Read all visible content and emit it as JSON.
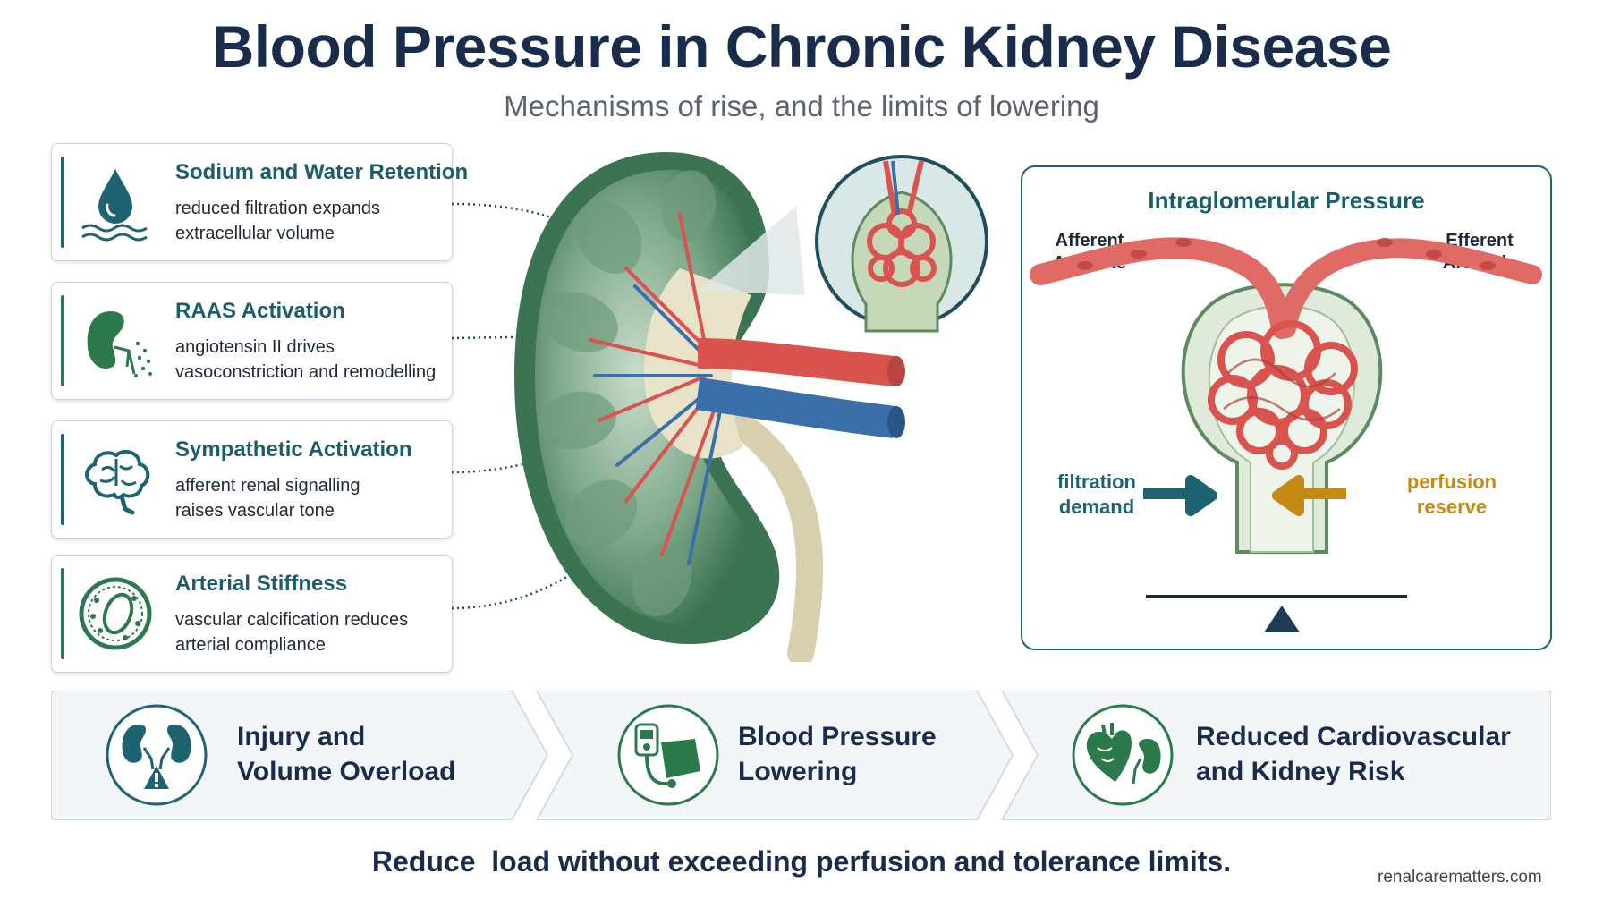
{
  "title": "Blood Pressure in Chronic Kidney Disease",
  "subtitle": "Mechanisms of rise, and the limits of lowering",
  "mechanisms": [
    {
      "title": "Sodium and Water Retention",
      "line1": "reduced filtration expands",
      "line2": "extracellular volume",
      "icon": "water-drop-icon",
      "color": "#1f6373"
    },
    {
      "title": "RAAS Activation",
      "line1": "angiotensin II drives",
      "line2": "vasoconstriction and remodelling",
      "icon": "kidney-hormone-icon",
      "color": "#2c7a4c"
    },
    {
      "title": "Sympathetic Activation",
      "line1": "afferent renal signalling",
      "line2": "raises vascular tone",
      "icon": "brain-icon",
      "color": "#1f6373"
    },
    {
      "title": "Arterial Stiffness",
      "line1": "vascular calcification reduces",
      "line2": "arterial compliance",
      "icon": "calcified-artery-icon",
      "color": "#2c7a4c"
    }
  ],
  "glomerulus": {
    "title": "Intraglomerular Pressure",
    "afferent": {
      "line1": "Afferent",
      "line2": "Arteriole"
    },
    "efferent": {
      "line1": "Efferent",
      "line2": "Arteriole"
    },
    "left_force": {
      "line1": "filtration",
      "line2": "demand",
      "color": "#1f6373"
    },
    "right_force": {
      "line1": "perfusion",
      "line2": "reserve",
      "color": "#c48a14"
    }
  },
  "flow": [
    {
      "line1": "Injury and",
      "line2": "Volume Overload",
      "icon": "kidney-warning-icon"
    },
    {
      "line1": "Blood Pressure",
      "line2": "Lowering",
      "icon": "bp-cuff-icon"
    },
    {
      "line1": "Reduced Cardiovascular",
      "line2": "and Kidney Risk",
      "icon": "heart-kidney-icon"
    }
  ],
  "footer": "Reduce  load without exceeding perfusion and tolerance limits.",
  "site": "renalcarematters.com"
}
